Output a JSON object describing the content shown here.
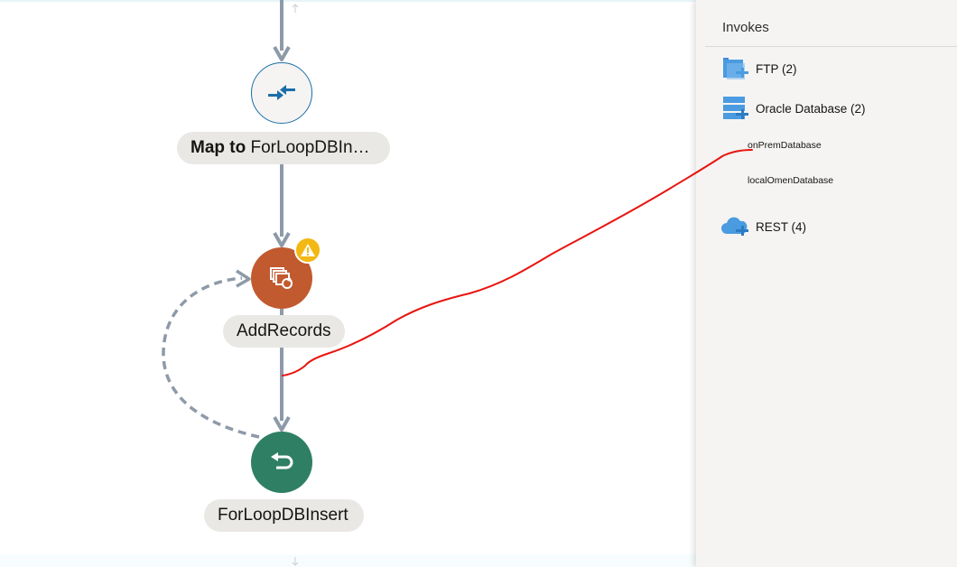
{
  "canvas": {
    "nodes": [
      {
        "id": "map",
        "label_bold": "Map to",
        "label_rest": " ForLoopDBIn…",
        "icon": "map-arrows-icon"
      },
      {
        "id": "add",
        "label": "AddRecords",
        "icon": "for-each-loop-icon",
        "badge_icon": "warning-icon"
      },
      {
        "id": "ret",
        "label": "ForLoopDBInsert",
        "icon": "return-arrow-icon"
      }
    ]
  },
  "panel": {
    "title": "Invokes",
    "items": [
      {
        "label": "FTP (2)",
        "icon": "ftp-adapter-icon"
      },
      {
        "label": "Oracle Database (2)",
        "icon": "oracle-database-adapter-icon",
        "children": [
          "onPremDatabase",
          "localOmenDatabase"
        ]
      },
      {
        "label": "REST (4)",
        "icon": "rest-cloud-icon"
      }
    ]
  },
  "colors": {
    "connector": "#8d9aa8",
    "map_border": "#1a6fa8",
    "add_fill": "#c25a2f",
    "ret_fill": "#2f7f64",
    "warning": "#f3b814",
    "annotation": "#e8150f",
    "adapter_icon": "#4a9be0"
  }
}
